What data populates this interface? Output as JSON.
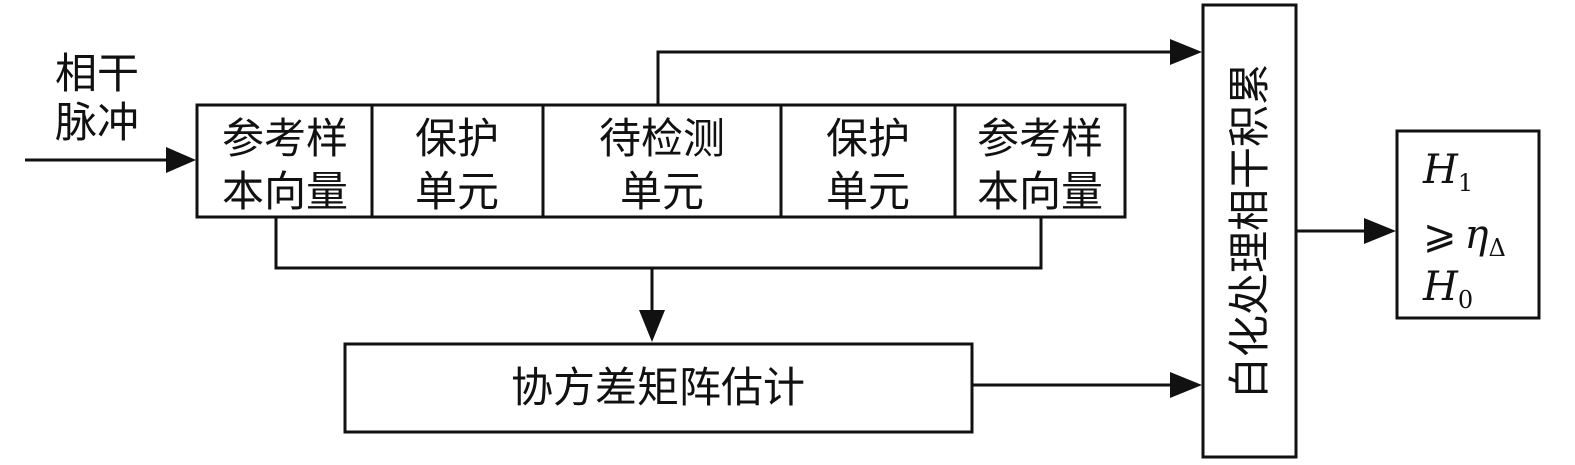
{
  "input": {
    "label_line1": "相干",
    "label_line2": "脉冲"
  },
  "cells": [
    {
      "line1": "参考样",
      "line2": "本向量"
    },
    {
      "line1": "保护",
      "line2": "单元"
    },
    {
      "line1": "待检测",
      "line2": "单元"
    },
    {
      "line1": "保护",
      "line2": "单元"
    },
    {
      "line1": "参考样",
      "line2": "本向量"
    }
  ],
  "covariance_block": {
    "label": "协方差矩阵估计"
  },
  "whitening_block": {
    "label": "白化处理相干积累"
  },
  "decision_block": {
    "h1": "H",
    "h1_sub": "1",
    "relation": "⩾",
    "threshold": "η",
    "threshold_sub": "Δ",
    "h0": "H",
    "h0_sub": "0"
  }
}
